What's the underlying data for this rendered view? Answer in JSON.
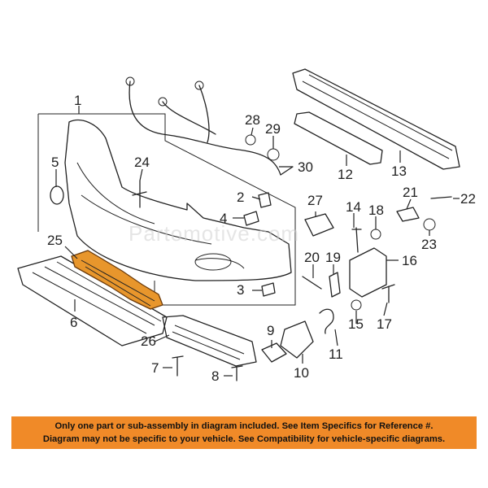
{
  "watermark": "Partomotive.com",
  "highlight_color": "#e8962c",
  "banner_color": "#f08a28",
  "labels": {
    "l1": "1",
    "l2": "2",
    "l3": "3",
    "l4": "4",
    "l5": "5",
    "l6": "6",
    "l7": "7",
    "l8": "8",
    "l9": "9",
    "l10": "10",
    "l11": "11",
    "l12": "12",
    "l13": "13",
    "l14": "14",
    "l15": "15",
    "l16": "16",
    "l17": "17",
    "l18": "18",
    "l19": "19",
    "l20": "20",
    "l21": "21",
    "l22": "22",
    "l23": "23",
    "l24": "24",
    "l25": "25",
    "l26": "26",
    "l27": "27",
    "l28": "28",
    "l29": "29",
    "l30": "30"
  },
  "banner": {
    "line1": "Only one part or sub-assembly in diagram included. See Item Specifics for Reference #.",
    "line2": "Diagram may not be specific to your vehicle. See Compatibility for vehicle-specific diagrams."
  }
}
